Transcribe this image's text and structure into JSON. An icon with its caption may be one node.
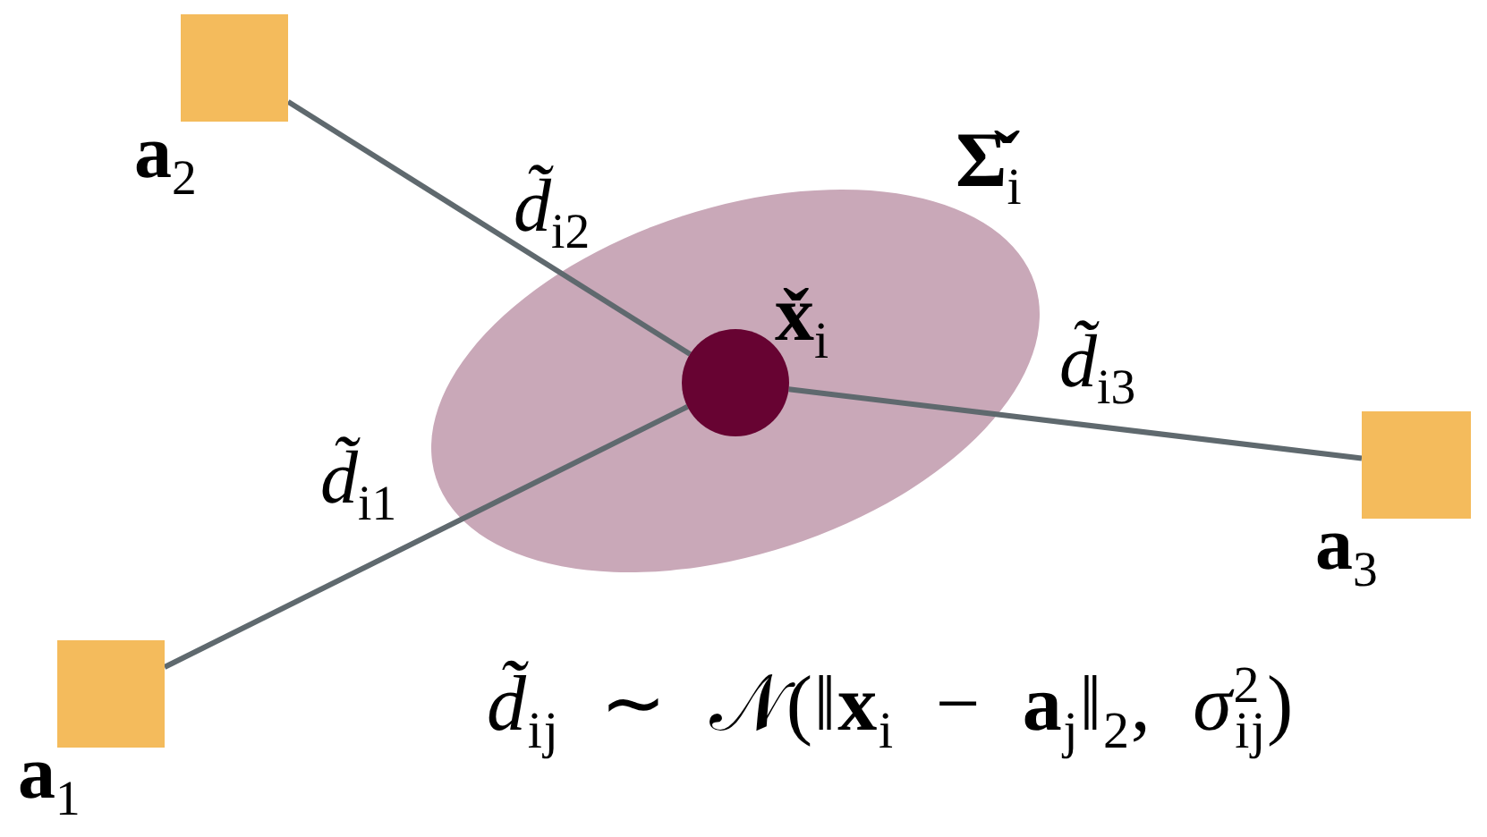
{
  "diagram": {
    "nodes": [
      {
        "text": [],
        "shape": "box",
        "beside": [
          "**a**$_{2}$"
        ]
      },
      {
        "text": [],
        "shape": "ellipse",
        "beside": [
          "**Σ̌**$_{i}$"
        ]
      },
      {
        "text": [],
        "shape": "circle",
        "in": 1,
        "beside": [
          "**x̌**$_{i}$"
        ]
      },
      {
        "text": [],
        "shape": "box",
        "beside": [
          "**a**$_{3}$"
        ]
      },
      {
        "text": [],
        "shape": "box",
        "beside": [
          "**a**$_{1}$"
        ]
      }
    ],
    "edges": [
      {
        "from": 2,
        "to": 4,
        "arrow": "none",
        "label": "*d̃*$_{i1}$"
      },
      {
        "from": 2,
        "to": 0,
        "arrow": "none",
        "label": "*d̃*$_{i2}$"
      },
      {
        "from": 2,
        "to": 3,
        "arrow": "none",
        "label": "*d̃*$_{i3}$"
      }
    ],
    "labels": [
      "*d̃*$_{ij}$ ∼ 𝒩(‖**x**$_{i}$ − **a**$_{j}$‖$_{2}$, *σ*$^{2}$$_{ij}$)"
    ]
  }
}
